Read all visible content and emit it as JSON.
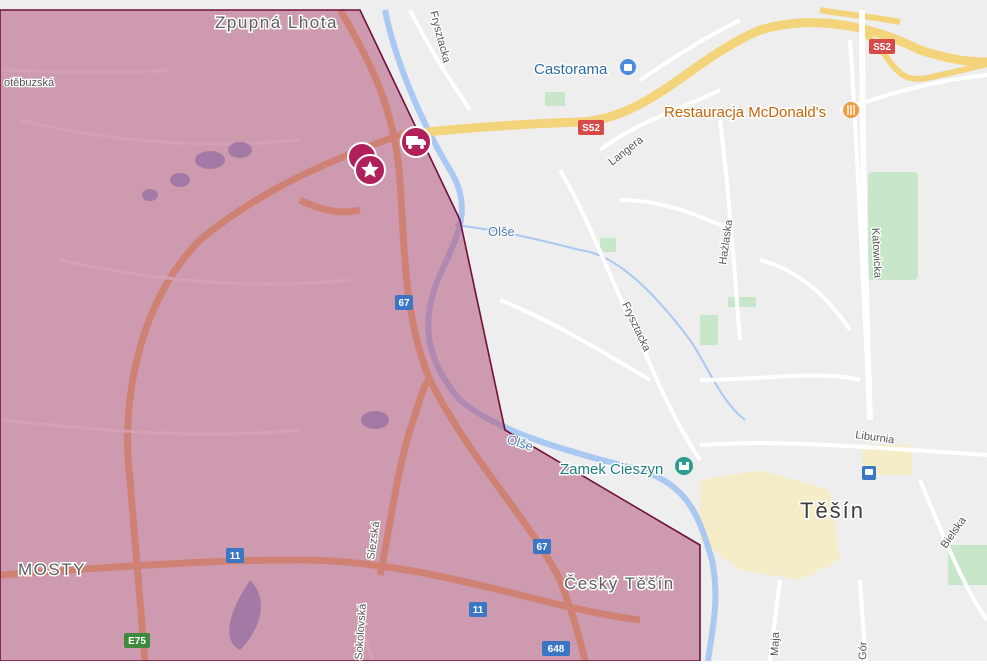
{
  "map": {
    "places": {
      "zpupna_lhota": "Zpupná Lhota",
      "mosty": "MOSTY",
      "cesky_tesin": "Český Těšín",
      "tesin": "Těšín"
    },
    "streets": {
      "otebuzska": "otěbuzská",
      "frysztacka_top": "Frysztacka",
      "frysztacka_mid": "Frysztacka",
      "langera": "Langera",
      "hazlaska": "Hażlaska",
      "katowicka": "Katowicka",
      "liburnia": "Liburnia",
      "bielska": "Bielska",
      "slezska": "Slezská",
      "sokolovska": "Sokolovská",
      "maja": "Maja",
      "gor": "Gór"
    },
    "water": {
      "olse_upper": "Olše",
      "olse_lower": "Olše"
    },
    "pois": {
      "castorama": "Castorama",
      "mcdonalds": "Restauracja McDonald's",
      "zamek": "Zamek Cieszyn"
    },
    "road_shields": {
      "s52_top": "S52",
      "s52_mid": "S52",
      "r67_upper": "67",
      "r67_lower": "67",
      "r11_left": "11",
      "r11_right": "11",
      "e75": "E75",
      "r648": "648"
    },
    "markers": [
      {
        "name": "delivery-truck",
        "icon": "truck-icon"
      },
      {
        "name": "favorite-star",
        "icon": "star-icon"
      }
    ],
    "colors": {
      "zone_fill": "#b5557d",
      "zone_border": "#6e0f3c",
      "marker": "#b0205a",
      "highway": "#f4d47a",
      "major_road": "#f0b968",
      "water": "#a9c8f2",
      "green": "#c8e6c9",
      "land": "#eeeeee",
      "shield_blue": "#3a76c4",
      "shield_red": "#d64a4a",
      "shield_green": "#3d8a3d"
    }
  }
}
